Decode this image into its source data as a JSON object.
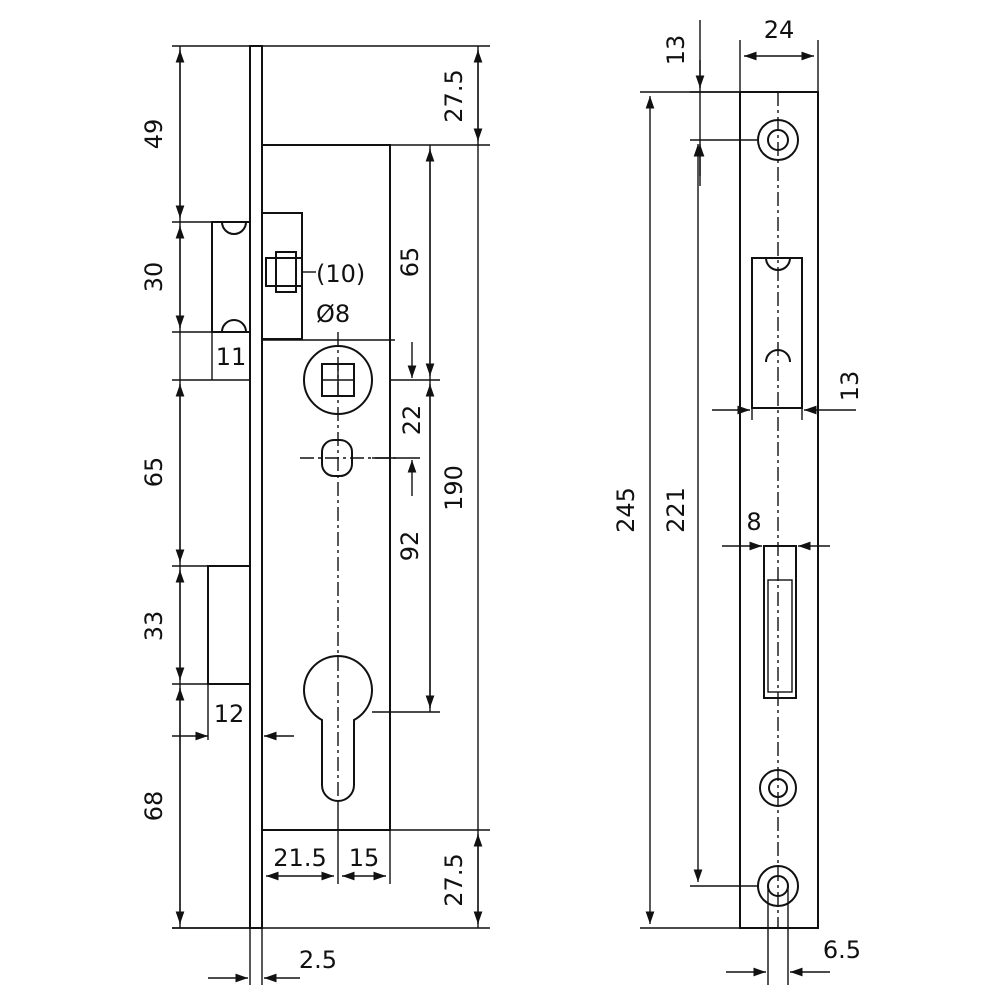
{
  "front_view": {
    "dims_left": {
      "d49": "49",
      "d30": "30",
      "d65": "65",
      "d33": "33",
      "d68": "68"
    },
    "dims_right": {
      "d27_5_top": "27.5",
      "d27_5_bottom": "27.5",
      "d65": "65",
      "d22": "22",
      "d92": "92",
      "d190": "190"
    },
    "dims_small": {
      "d11": "11",
      "d12": "12",
      "d21_5": "21.5",
      "d15": "15",
      "d2_5": "2.5"
    },
    "latch_labels": {
      "d10": "(10)",
      "d8": "Ø8"
    }
  },
  "side_view": {
    "dims": {
      "d24": "24",
      "d13_top": "13",
      "d13_right": "13",
      "d245": "245",
      "d221": "221",
      "d8": "8",
      "d6_5": "6.5"
    }
  },
  "colors": {
    "line": "#111111",
    "background": "#ffffff"
  }
}
